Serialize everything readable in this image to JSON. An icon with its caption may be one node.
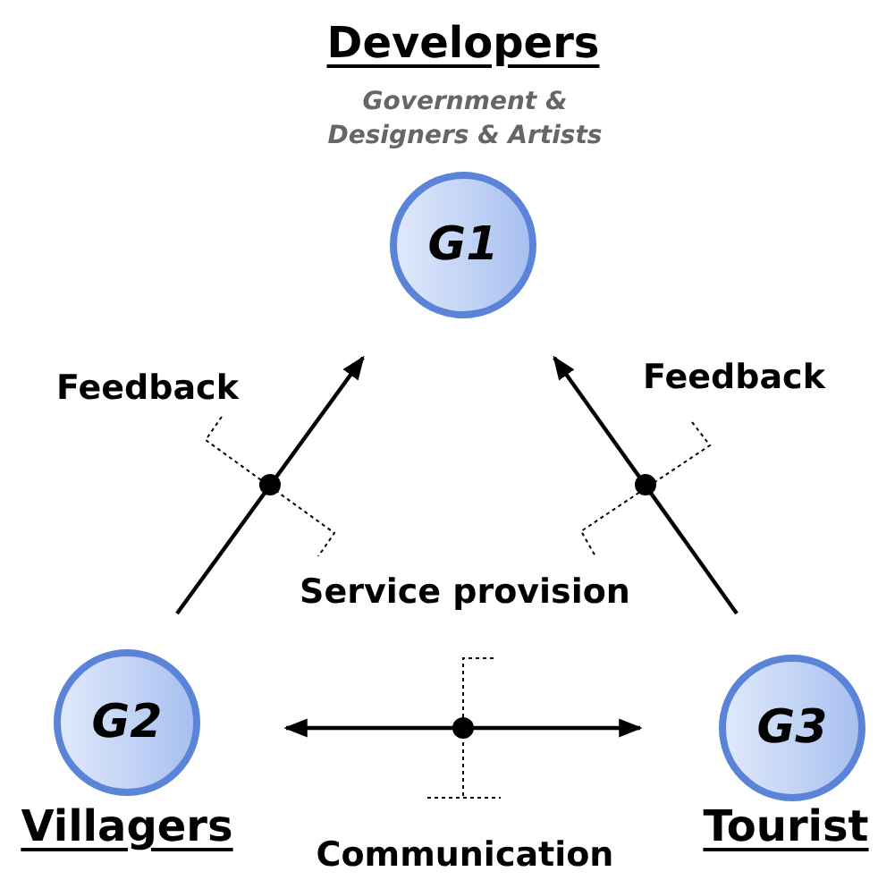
{
  "diagram": {
    "nodes": [
      {
        "text": [
          "G1"
        ],
        "beside": [
          "Developers",
          "Government & Designers & Artists"
        ]
      },
      {
        "text": [
          "G2"
        ],
        "beside": [
          "Villagers"
        ]
      },
      {
        "text": [
          "G3"
        ],
        "beside": [
          "Tourist"
        ]
      }
    ],
    "edges": [
      {
        "from": 1,
        "to": 0,
        "arrow": "to"
      },
      {
        "from": 2,
        "to": 0,
        "arrow": "to"
      },
      {
        "from": 1,
        "to": 2,
        "arrow": "both"
      }
    ],
    "labels": [
      "Feedback",
      "Feedback",
      "Service provision",
      "Communication"
    ]
  }
}
